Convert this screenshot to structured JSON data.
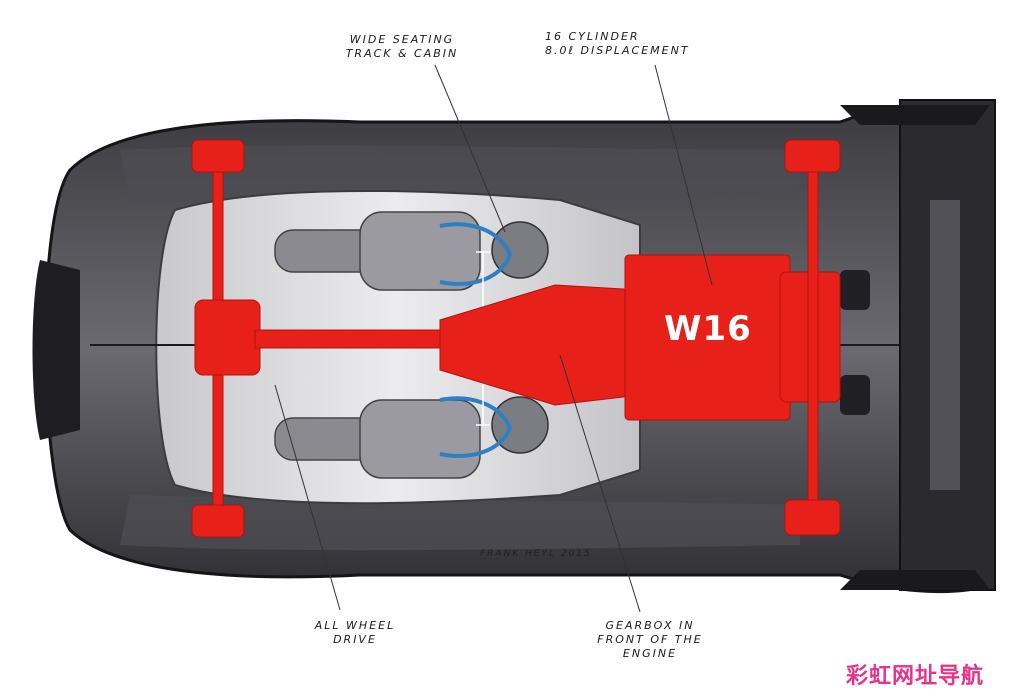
{
  "labels": {
    "seating_line1": "WIDE SEATING",
    "seating_line2": "TRACK & CABIN",
    "cylinder_line1": "16 CYLINDER",
    "cylinder_line2": "8.0ℓ DISPLACEMENT",
    "awd_line1": "ALL WHEEL",
    "awd_line2": "DRIVE",
    "gearbox_line1": "GEARBOX IN",
    "gearbox_line2": "FRONT OF THE",
    "gearbox_line3": "ENGINE"
  },
  "engine_label": "W16",
  "signature": "FRANK HEYL 2015",
  "watermark": "彩虹网址导航",
  "colors": {
    "drivetrain": "#e8201a",
    "body_dark": "#2f2f33",
    "body_mid": "#5a5a60",
    "cabin_light": "#d9d9dc",
    "seat_accent": "#2f7fc4",
    "watermark": "#e8338a"
  }
}
